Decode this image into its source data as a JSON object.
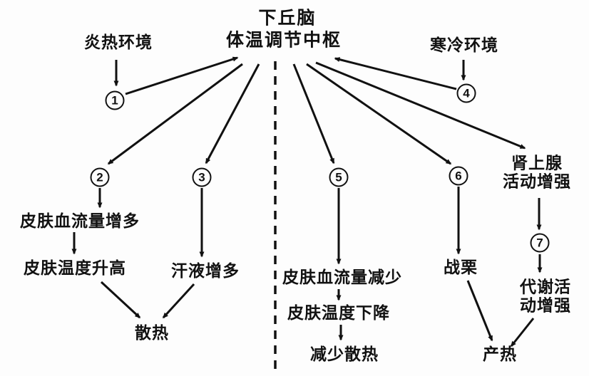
{
  "diagram": {
    "background": "#fdfdfd",
    "ink": "#111111",
    "description_topic": "体温调节中枢"
  },
  "nodes": {
    "hypothalamus": "下丘脑",
    "center": "体温调节中枢",
    "hot_env": "炎热环境",
    "cold_env": "寒冷环境",
    "step1": "1",
    "step2": "2",
    "step3": "3",
    "step4": "4",
    "step5": "5",
    "step6": "6",
    "step7": "7",
    "skin_blood_increase": "皮肤血流量增多",
    "skin_temp_rise": "皮肤温度升高",
    "sweat_increase": "汗液增多",
    "heat_dissipation": "散热",
    "skin_blood_decrease": "皮肤血流量减少",
    "skin_temp_drop": "皮肤温度下降",
    "reduce_heat_dissipation": "减少散热",
    "shivering": "战栗",
    "adrenal_line1": "肾上腺",
    "adrenal_line2": "活动增强",
    "metabolic_line1": "代谢活",
    "metabolic_line2": "动增强",
    "heat_production": "产热"
  }
}
